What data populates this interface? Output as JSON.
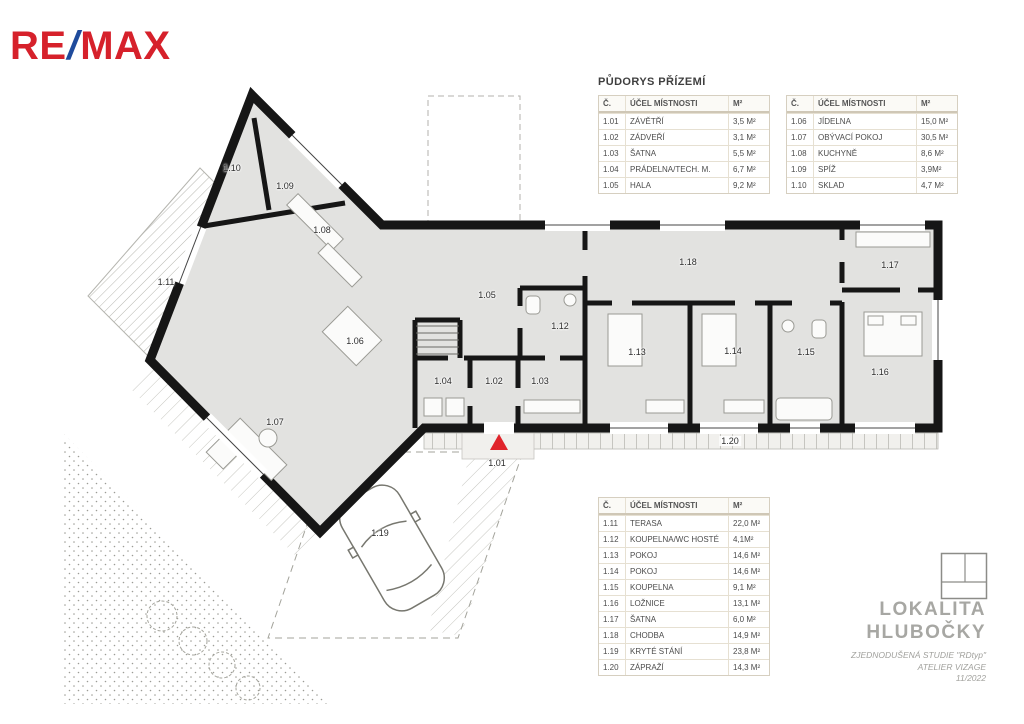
{
  "brand": {
    "re": "RE",
    "slash": "/",
    "max": "MAX",
    "red": "#d6212b",
    "blue": "#1f4b9c"
  },
  "plan_title": "PŮDORYS PŘÍZEMÍ",
  "table_headers": {
    "num": "Č.",
    "purpose": "ÚČEL MÍSTNOSTI",
    "area": "M²"
  },
  "rooms_a": [
    {
      "num": "1.01",
      "purpose": "ZÁVĚTŘÍ",
      "area": "3,5 M²"
    },
    {
      "num": "1.02",
      "purpose": "ZÁDVEŘÍ",
      "area": "3,1 M²"
    },
    {
      "num": "1.03",
      "purpose": "ŠATNA",
      "area": "5,5 M²"
    },
    {
      "num": "1.04",
      "purpose": "PRÁDELNA/TECH. M.",
      "area": "6,7 M²"
    },
    {
      "num": "1.05",
      "purpose": "HALA",
      "area": "9,2 M²"
    }
  ],
  "rooms_b": [
    {
      "num": "1.06",
      "purpose": "JÍDELNA",
      "area": "15,0 M²"
    },
    {
      "num": "1.07",
      "purpose": "OBÝVACÍ POKOJ",
      "area": "30,5 M²"
    },
    {
      "num": "1.08",
      "purpose": "KUCHYNĚ",
      "area": "8,6 M²"
    },
    {
      "num": "1.09",
      "purpose": "SPÍŽ",
      "area": "3,9M²"
    },
    {
      "num": "1.10",
      "purpose": "SKLAD",
      "area": "4,7 M²"
    }
  ],
  "rooms_c": [
    {
      "num": "1.11",
      "purpose": "TERASA",
      "area": "22,0 M²"
    },
    {
      "num": "1.12",
      "purpose": "KOUPELNA/WC HOSTÉ",
      "area": "4,1M²"
    },
    {
      "num": "1.13",
      "purpose": "POKOJ",
      "area": "14,6 M²"
    },
    {
      "num": "1.14",
      "purpose": "POKOJ",
      "area": "14,6 M²"
    },
    {
      "num": "1.15",
      "purpose": "KOUPELNA",
      "area": "9,1 M²"
    },
    {
      "num": "1.16",
      "purpose": "LOŽNICE",
      "area": "13,1 M²"
    },
    {
      "num": "1.17",
      "purpose": "ŠATNA",
      "area": "6,0 M²"
    },
    {
      "num": "1.18",
      "purpose": "CHODBA",
      "area": "14,9 M²"
    },
    {
      "num": "1.19",
      "purpose": "KRYTÉ STÁNÍ",
      "area": "23,8 M²"
    },
    {
      "num": "1.20",
      "purpose": "ZÁPRAŽÍ",
      "area": "14,3 M²"
    }
  ],
  "titleblock": {
    "location_line1": "LOKALITA",
    "location_line2": "HLUBOČKY",
    "study": "ZJEDNODUŠENÁ STUDIE \"RDtyp\"",
    "atelier": "ATELIER VIZAGE",
    "date": "11/2022"
  },
  "plan_colors": {
    "wall": "#161616",
    "floor": "#e2e2e0",
    "entrance_marker": "#e0242b"
  }
}
